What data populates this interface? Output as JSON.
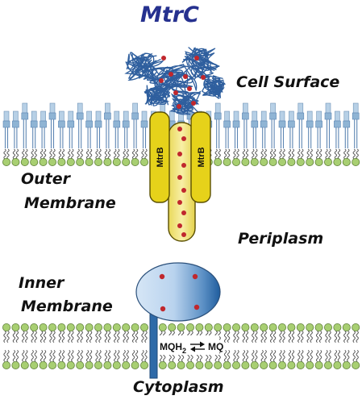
{
  "title": "MtrC",
  "labels": {
    "cell_surface": "Cell Surface",
    "outer_membrane_line1": "Outer",
    "outer_membrane_line2": "Membrane",
    "periplasm": "Periplasm",
    "inner_membrane_line1": "Inner",
    "inner_membrane_line2": "Membrane",
    "cytoplasm": "Cytoplasm"
  },
  "proteins": {
    "mtrb_left": "MtrB",
    "mtrb_right": "MtrB"
  },
  "reaction": {
    "reduced_main": "MQH",
    "reduced_subscript": "2",
    "oxidized": "MQ"
  },
  "colors": {
    "title": "#26318f",
    "mtrc_ribbon": "#2f5f9e",
    "heme": "#c0272d",
    "mtrb_fill": "#e6d21a",
    "mtrb_stroke": "#5a4f00",
    "mtra_fill": "#f3e788",
    "lipid_head": "#a8cf72",
    "lipid_tail": "#4a4a4a",
    "lps_stem": "#8fb4d4",
    "lps_cap": "#5d86b3",
    "ellipse_light": "#d6e6f6",
    "ellipse_dark": "#1f5d9e",
    "anchor": "#2e6aa8"
  }
}
